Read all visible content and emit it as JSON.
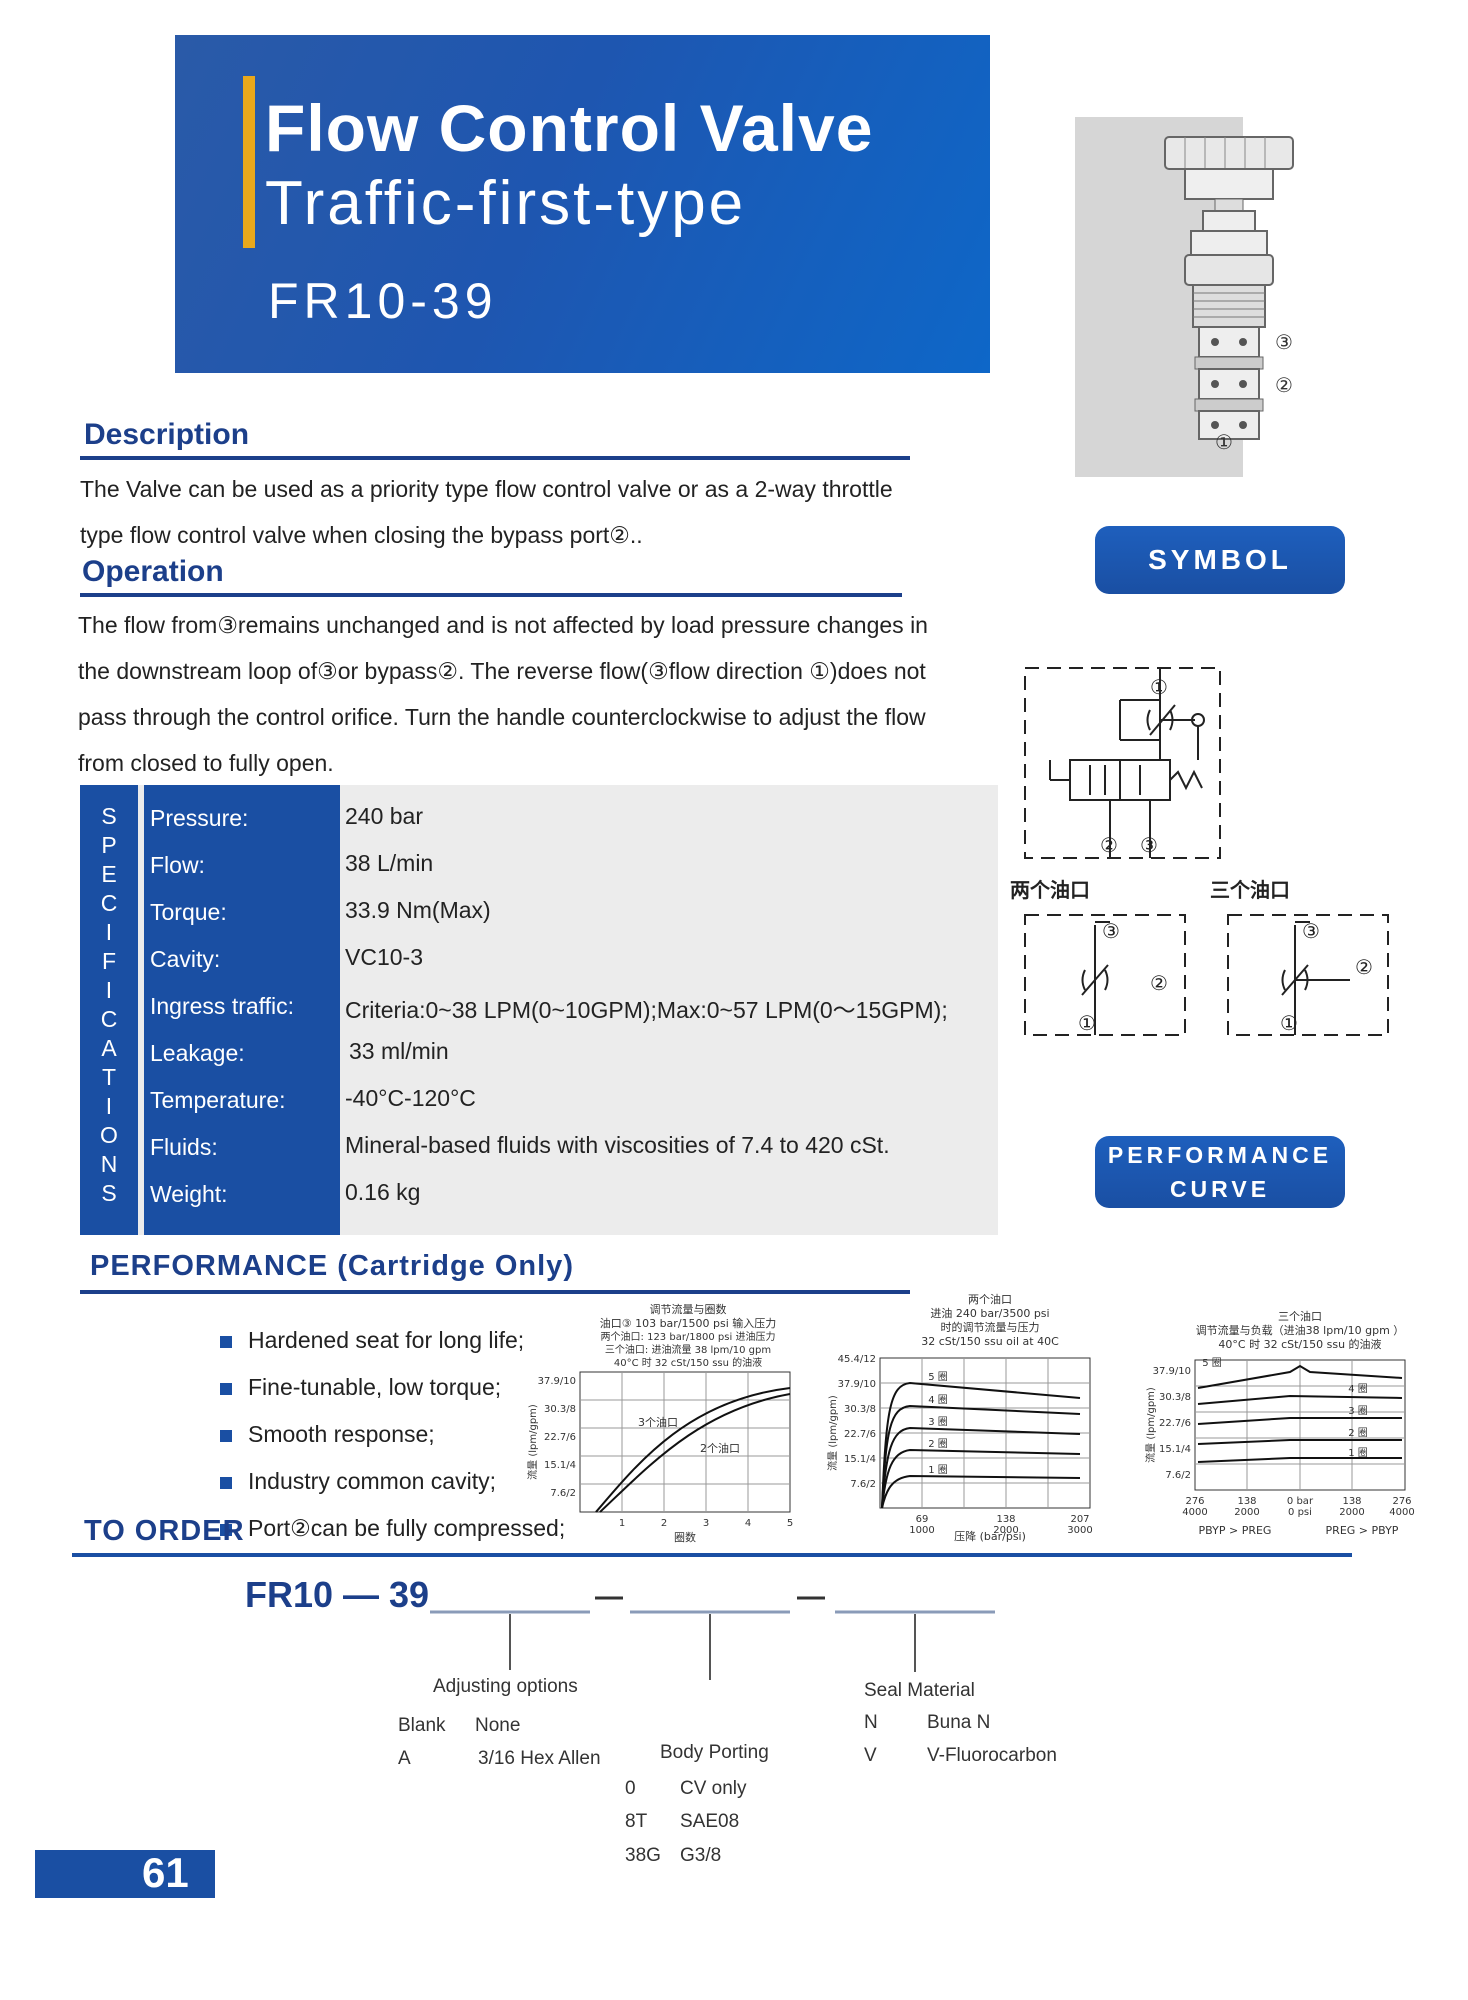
{
  "header": {
    "title_line1": "Flow Control Valve",
    "title_line2": "Traffic-first-type",
    "model": "FR10-39"
  },
  "description": {
    "title": "Description",
    "lines": [
      "The Valve can be used as a priority type flow control valve or as a 2-way throttle",
      "type flow control valve when closing the bypass port②.."
    ]
  },
  "operation": {
    "title": "Operation",
    "lines": [
      "The flow from③remains unchanged and is not affected by load pressure changes in",
      "the downstream loop of③or bypass②. The reverse flow(③flow direction ①)does not",
      "pass through the control orifice. Turn the handle counterclockwise to adjust the flow",
      "from closed to fully open."
    ]
  },
  "product_image": {
    "port_labels": [
      "③",
      "②",
      "①"
    ]
  },
  "symbol": {
    "button": "SYMBOL",
    "main_ports": [
      "①",
      "②",
      "③"
    ],
    "two_port_label": "两个油口",
    "three_port_label": "三个油口",
    "two_port_ports": [
      "③",
      "②",
      "①"
    ],
    "three_port_ports": [
      "③",
      "②",
      "①"
    ]
  },
  "specs": {
    "vertical_letters": [
      "S",
      "P",
      "E",
      "C",
      "I",
      "F",
      "I",
      "C",
      "A",
      "T",
      "I",
      "O",
      "N",
      "S"
    ],
    "rows": [
      {
        "label": "Pressure:",
        "value": "240 bar"
      },
      {
        "label": "Flow:",
        "value": "38 L/min"
      },
      {
        "label": "Torque:",
        "value": "33.9 Nm(Max)"
      },
      {
        "label": "Cavity:",
        "value": "VC10-3"
      },
      {
        "label": "Ingress traffic:",
        "value": "Criteria:0~38 LPM(0~10GPM);Max:0~57 LPM(0～15GPM);"
      },
      {
        "label": "Leakage:",
        "value": "33 ml/min"
      },
      {
        "label": "Temperature:",
        "value": "-40°C-120°C"
      },
      {
        "label": "Fluids:",
        "value": "Mineral-based fluids with viscosities of 7.4 to 420 cSt."
      },
      {
        "label": "Weight:",
        "value": "0.16 kg"
      }
    ]
  },
  "performance": {
    "button_line1": "PERFORMANCE",
    "button_line2": "CURVE",
    "title": "PERFORMANCE (Cartridge Only)",
    "features": [
      "Hardened seat for long life;",
      "Fine-tunable, low torque;",
      "Smooth response;",
      "Industry common cavity;",
      "Port②can be fully compressed;"
    ],
    "graph1": {
      "title_lines": [
        "调节流量与圈数",
        "油口③ 103 bar/1500 psi 输入压力",
        "两个油口: 123 bar/1800 psi 进油压力",
        "三个油口: 进油流量 38 lpm/10 gpm",
        "40°C 时 32 cSt/150 ssu 的油液"
      ],
      "y_ticks": [
        "37.9/10",
        "30.3/8",
        "22.7/6",
        "15.1/4",
        "7.6/2"
      ],
      "x_ticks": [
        "1",
        "2",
        "3",
        "4",
        "5"
      ],
      "xlabel": "圈数",
      "ylabel": "流量 (lpm/gpm)",
      "curve_labels": [
        "3个油口",
        "2个油口"
      ]
    },
    "graph2": {
      "title_lines": [
        "两个油口",
        "进油 240 bar/3500 psi",
        "时的调节流量与压力",
        "32 cSt/150 ssu oil at 40C"
      ],
      "y_ticks": [
        "45.4/12",
        "37.9/10",
        "30.3/8",
        "22.7/6",
        "15.1/4",
        "7.6/2"
      ],
      "x_ticks": [
        "69\n1000",
        "138\n2000",
        "207\n3000"
      ],
      "xlabel": "压降 (bar/psi)",
      "ylabel": "流量 (lpm/gpm)",
      "curve_labels": [
        "5 圈",
        "4 圈",
        "3 圈",
        "2 圈",
        "1 圈"
      ]
    },
    "graph3": {
      "title_lines": [
        "三个油口",
        "调节流量与负载（进油38 lpm/10 gpm ）",
        "40°C 时 32 cSt/150 ssu 的油液"
      ],
      "y_ticks": [
        "37.9/10",
        "30.3/8",
        "22.7/6",
        "15.1/4",
        "7.6/2"
      ],
      "x_ticks": [
        "276\n4000",
        "138\n2000",
        "0 bar\n0 psi",
        "138\n2000",
        "276\n4000"
      ],
      "xlabel_left": "PBYP > PREG",
      "xlabel_right": "PREG > PBYP",
      "ylabel": "流量 (lpm/gpm)",
      "curve_labels": [
        "5 圈",
        "4 圈",
        "3 圈",
        "2 圈",
        "1 圈"
      ]
    }
  },
  "order": {
    "title": "TO ORDER",
    "code": "FR10 — 39",
    "adjusting": {
      "title": "Adjusting options",
      "rows": [
        [
          "Blank",
          "None"
        ],
        [
          "A",
          "3/16 Hex Allen"
        ]
      ]
    },
    "body": {
      "title": "Body Porting",
      "rows": [
        [
          "0",
          "CV only"
        ],
        [
          "8T",
          "SAE08"
        ],
        [
          "38G",
          "G3/8"
        ]
      ]
    },
    "seal": {
      "title": "Seal Material",
      "rows": [
        [
          "N",
          "Buna N"
        ],
        [
          "V",
          "V-Fluorocarbon"
        ]
      ]
    }
  },
  "page_number": "61",
  "colors": {
    "brand_blue": "#1a4fa3",
    "accent_orange": "#e9a81c",
    "spec_bg": "#ececec"
  }
}
